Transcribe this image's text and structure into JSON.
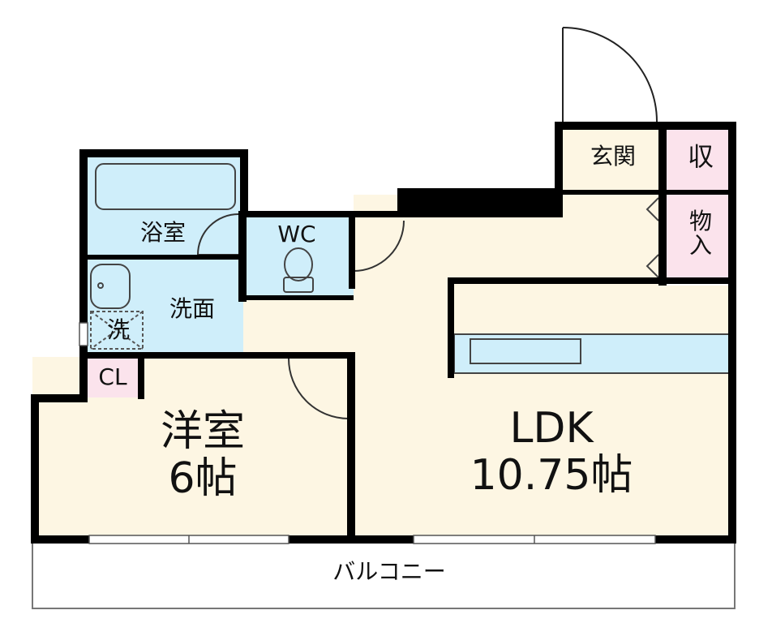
{
  "rooms": {
    "yoshitsu_name": "洋室",
    "yoshitsu_size": "6帖",
    "ldk_name": "LDK",
    "ldk_size": "10.75帖",
    "bath": "浴室",
    "wc": "WC",
    "senmen": "洗面",
    "sentakuki": "洗",
    "closet": "CL",
    "genkan": "玄関",
    "shuno": "収",
    "monoire": "物入",
    "balcony": "バルコニー"
  },
  "colors": {
    "wall": "#000000",
    "living_floor": "#fdf6e3",
    "wet_area": "#cfeefa",
    "storage": "#fbe3ec",
    "balcony": "#ffffff"
  }
}
